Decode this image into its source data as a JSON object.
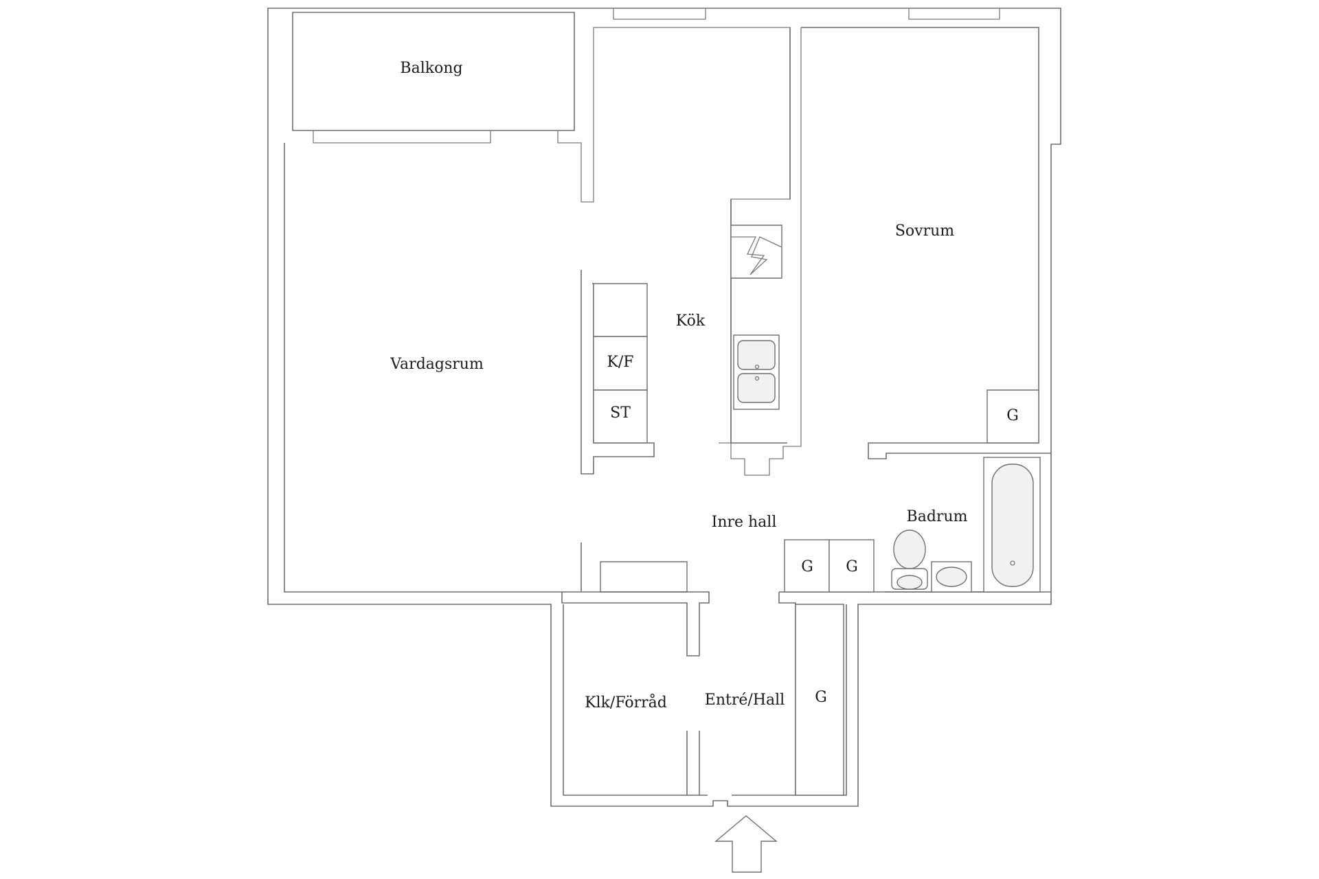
{
  "rooms": {
    "balkong": "Balkong",
    "vardagsrum": "Vardagsrum",
    "kok": "Kök",
    "sovrum": "Sovrum",
    "inre_hall": "Inre hall",
    "badrum": "Badrum",
    "klk_forrad": "Klk/Förråd",
    "entre_hall": "Entré/Hall"
  },
  "fixtures": {
    "kyl_frys": "K/F",
    "stove": "ST",
    "wardrobe": "G"
  },
  "icons": {
    "entrance": "entrance-arrow-icon",
    "sink": "double-sink-icon",
    "hob": "hob-symbol-icon",
    "toilet": "toilet-icon",
    "washbasin": "washbasin-icon",
    "bathtub": "bathtub-icon"
  }
}
